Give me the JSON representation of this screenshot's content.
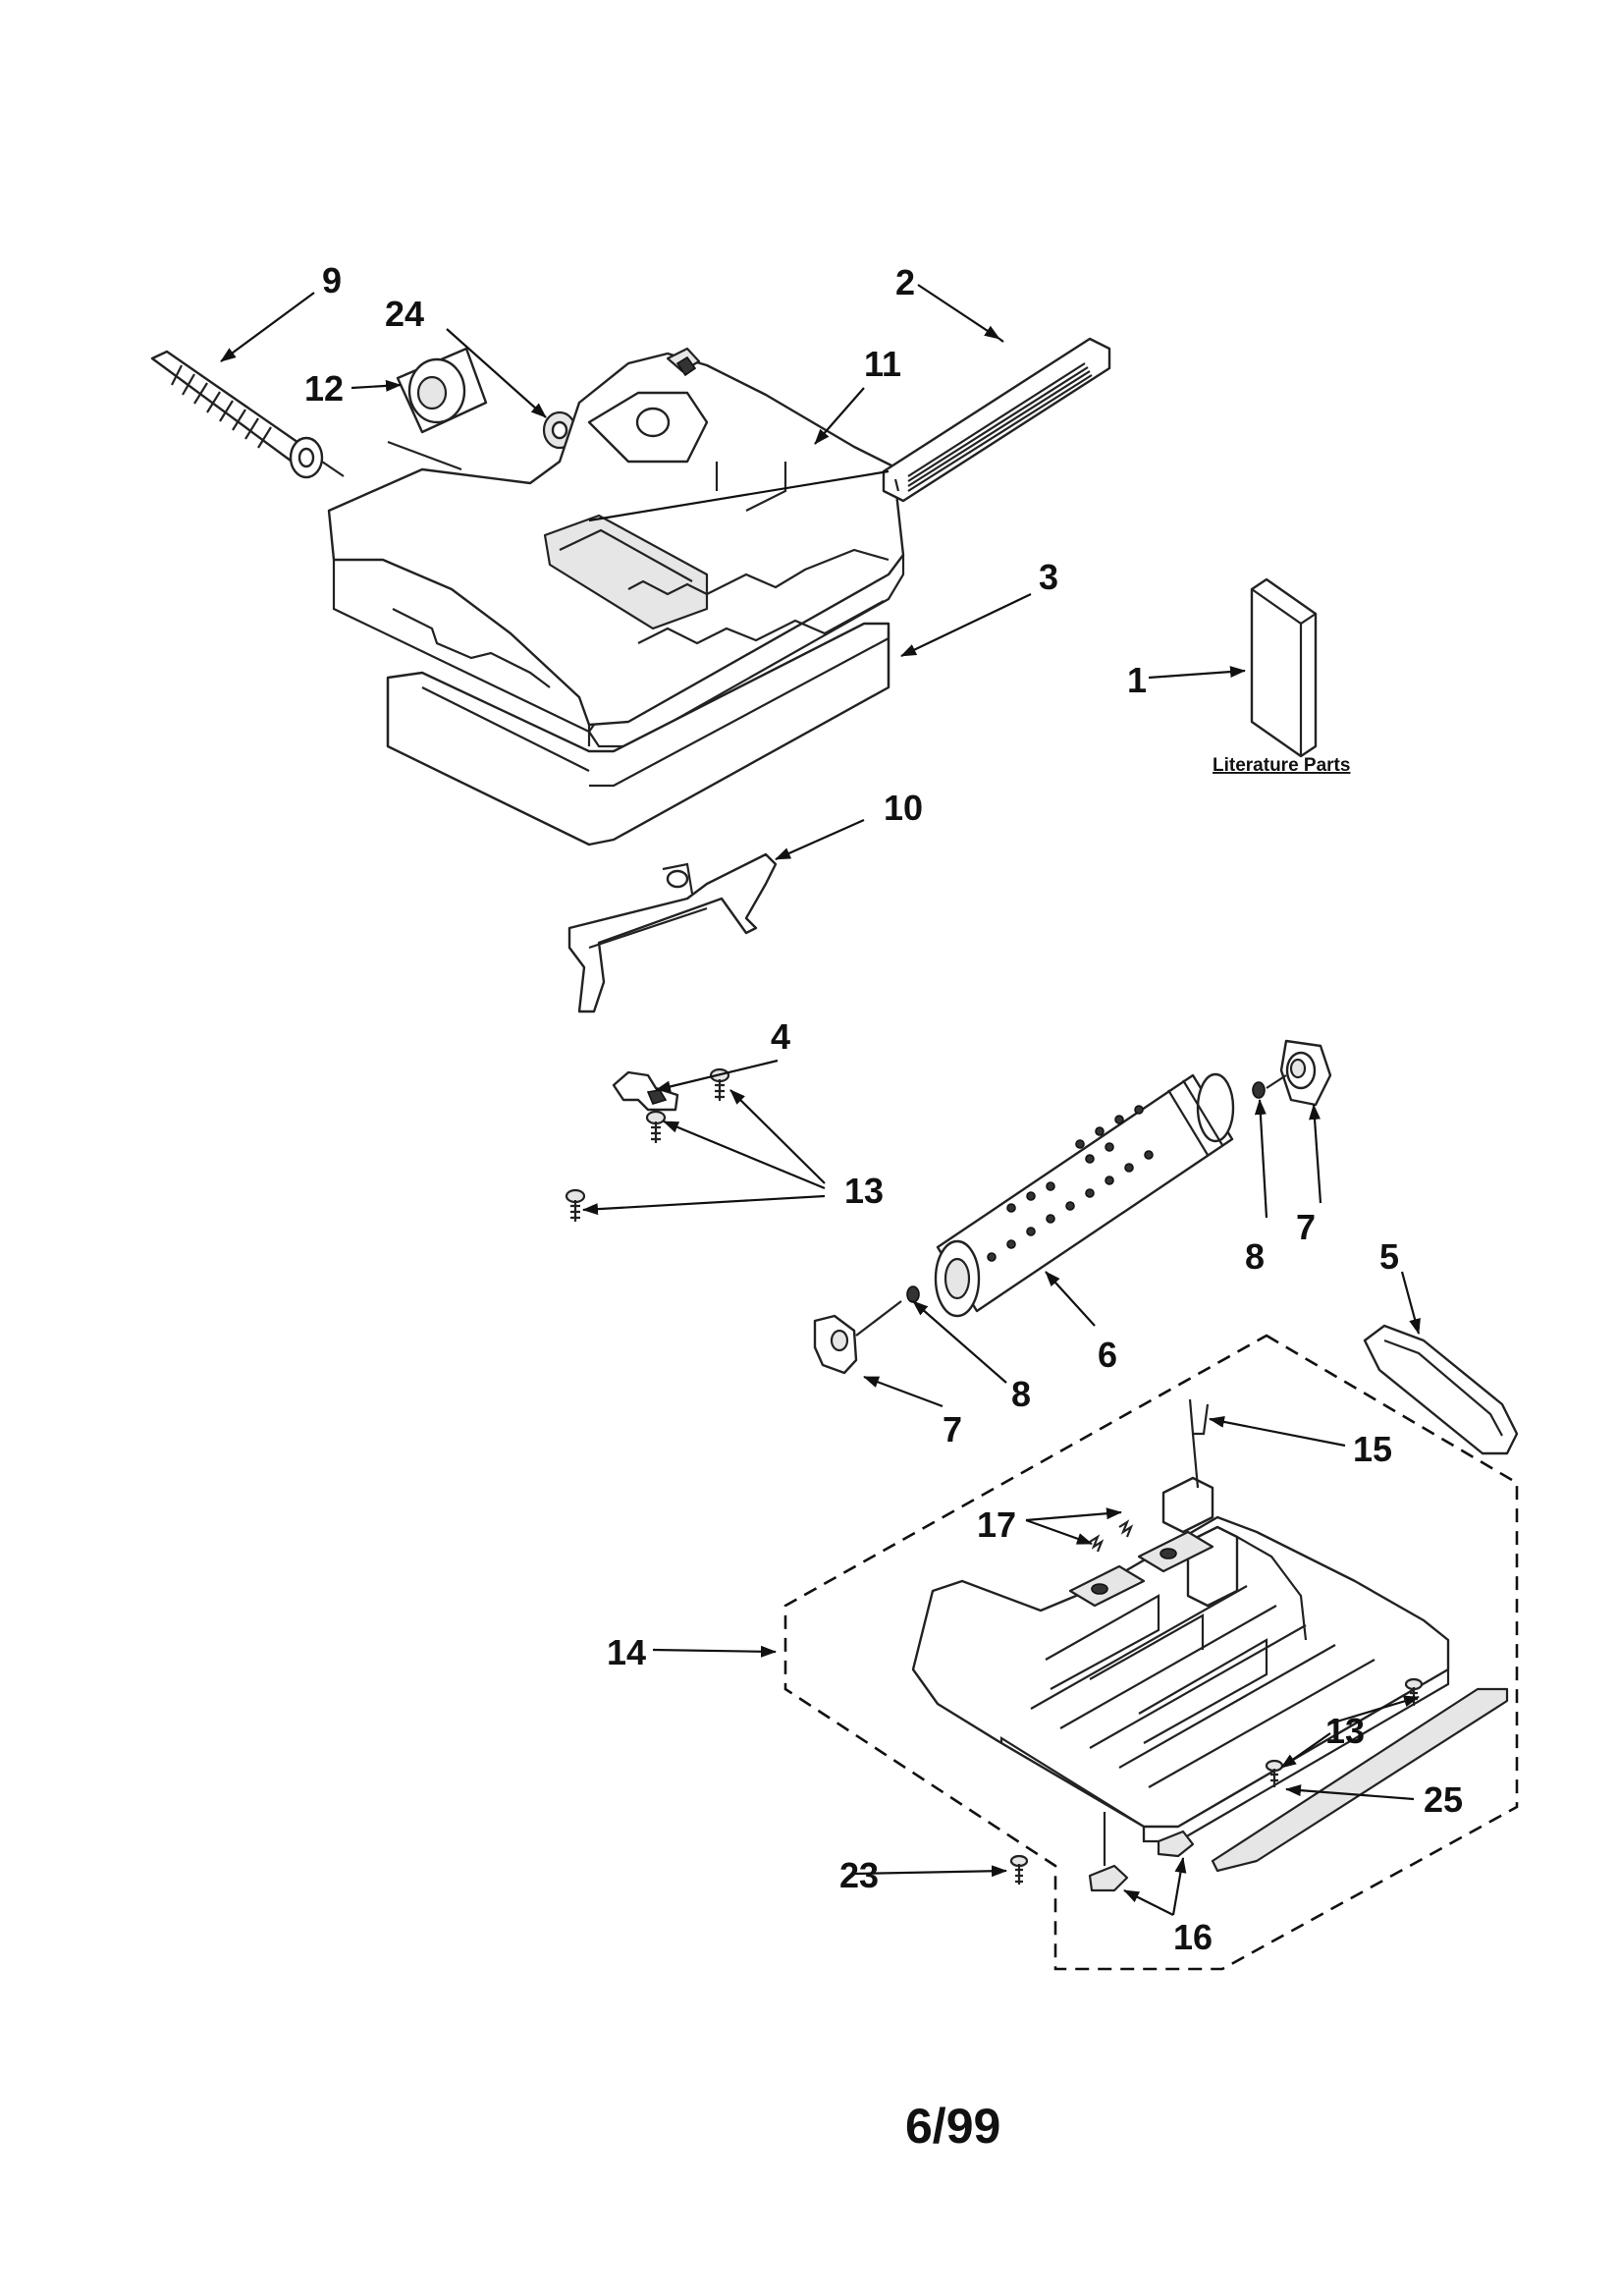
{
  "callouts": {
    "c1": "1",
    "c2": "2",
    "c3": "3",
    "c4": "4",
    "c5": "5",
    "c6": "6",
    "c7a": "7",
    "c7b": "7",
    "c8a": "8",
    "c8b": "8",
    "c9": "9",
    "c10": "10",
    "c11": "11",
    "c12": "12",
    "c13a": "13",
    "c13b": "13",
    "c14": "14",
    "c15": "15",
    "c16": "16",
    "c17": "17",
    "c23": "23",
    "c24": "24",
    "c25": "25"
  },
  "literature_label": "Literature Parts",
  "revision": "6/99"
}
